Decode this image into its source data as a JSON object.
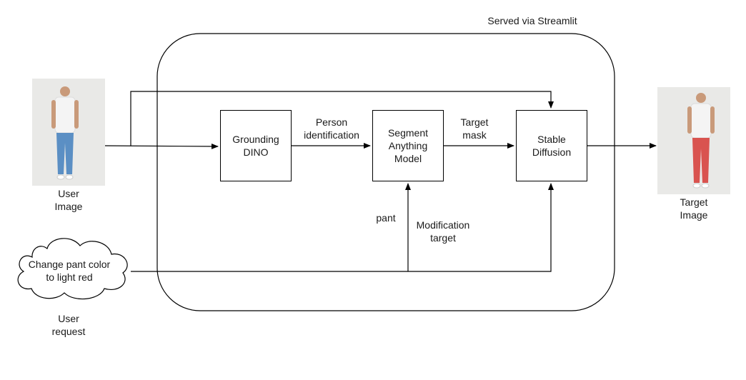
{
  "container_label": "Served via Streamlit",
  "input": {
    "label": "User\nImage"
  },
  "output": {
    "label": "Target\nImage"
  },
  "request": {
    "text": "Change pant color\nto light red",
    "label": "User\nrequest"
  },
  "boxes": {
    "grounding": "Grounding\nDINO",
    "sam": "Segment\nAnything\nModel",
    "diffusion": "Stable\nDiffusion"
  },
  "edges": {
    "person": "Person\nidentification",
    "target_mask": "Target\nmask",
    "pant": "pant",
    "modification": "Modification\ntarget"
  },
  "colors": {
    "shirt": "#f4f4f4",
    "jeans": "#5b8fc4",
    "red_pants": "#d9534f",
    "skin": "#c99a7a",
    "photo_bg": "#e9e9e7"
  }
}
